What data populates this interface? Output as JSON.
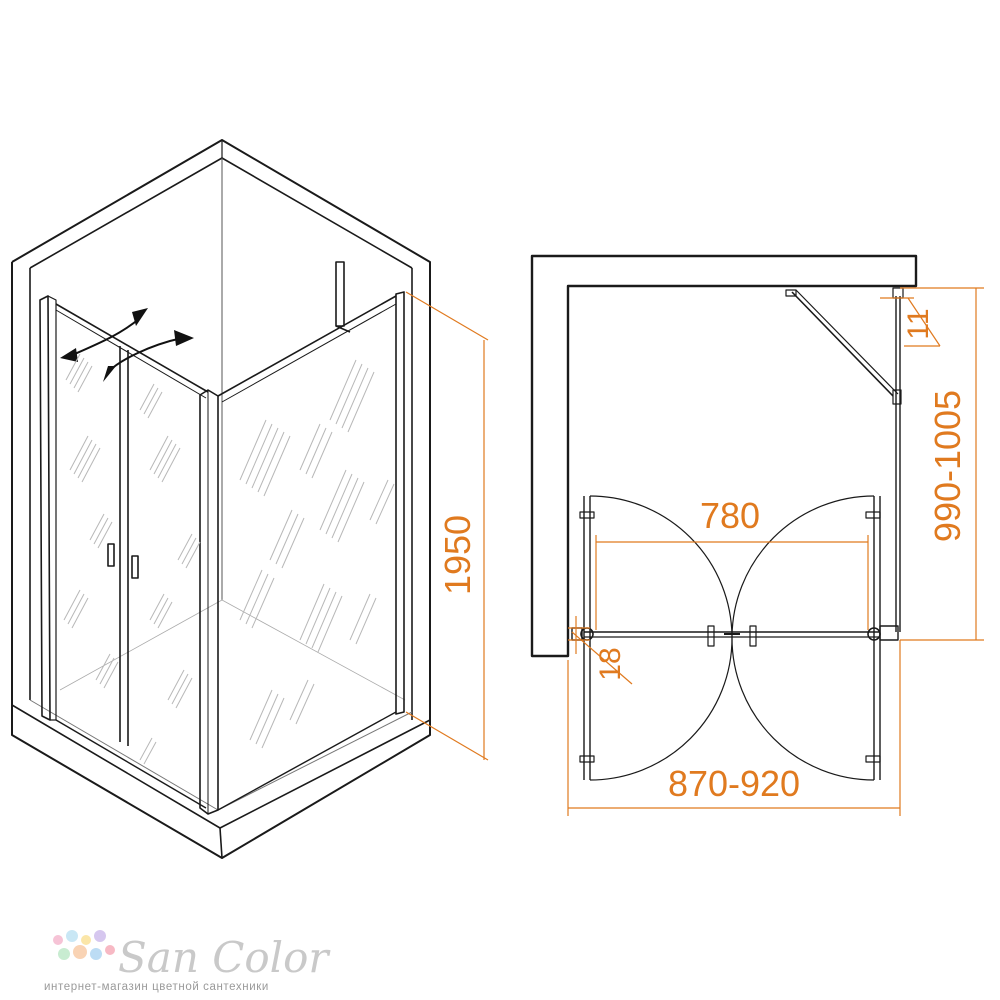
{
  "dimensions": {
    "height": "1950",
    "door_opening": "780",
    "width_range": "870-920",
    "depth_range": "990-1005",
    "profile_gap": "11",
    "profile_thickness": "18"
  },
  "logo": {
    "brand": "SanColor",
    "brand_display": "San Color",
    "tagline": "интернет-магазин цветной сантехники"
  },
  "colors": {
    "line": "#1a1a1a",
    "dimension": "#e07a1f",
    "glass_hatch": "#b8b8b8",
    "logo_dots": [
      "#f6c3d6",
      "#c9e7f5",
      "#fbe6a8",
      "#d6c7ef",
      "#c8ecd1",
      "#f9d3b4",
      "#bcdcf4",
      "#f7b9c4"
    ]
  }
}
